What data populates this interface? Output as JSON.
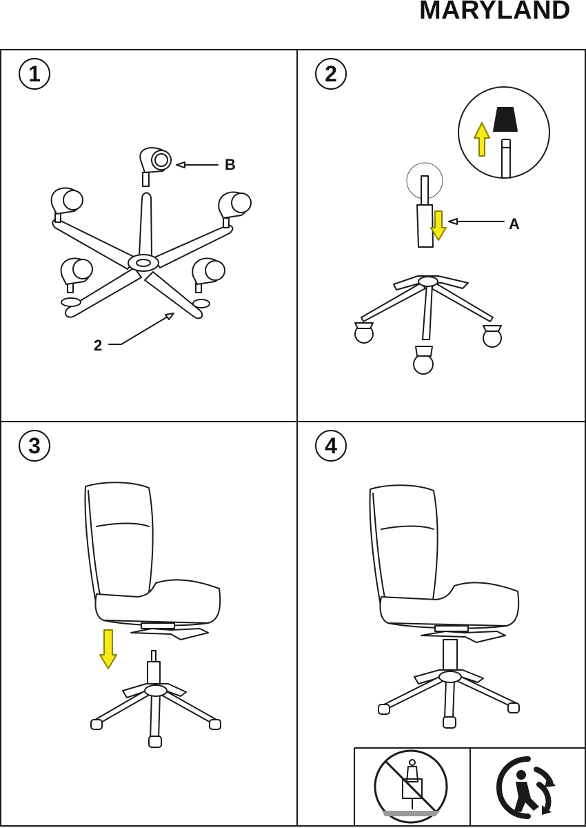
{
  "header": {
    "title": "MARYLAND"
  },
  "steps": [
    {
      "number": "1",
      "labels": {
        "b": "B",
        "part2": "2"
      }
    },
    {
      "number": "2",
      "labels": {
        "a": "A"
      }
    },
    {
      "number": "3"
    },
    {
      "number": "4"
    }
  ],
  "colors": {
    "line": "#1a1a1a",
    "arrow_fill": "#f5ea1a",
    "arrow_stroke": "#8a8200"
  },
  "icons": [
    "no-standing-on-chair-icon",
    "recycle-symbol-icon"
  ]
}
